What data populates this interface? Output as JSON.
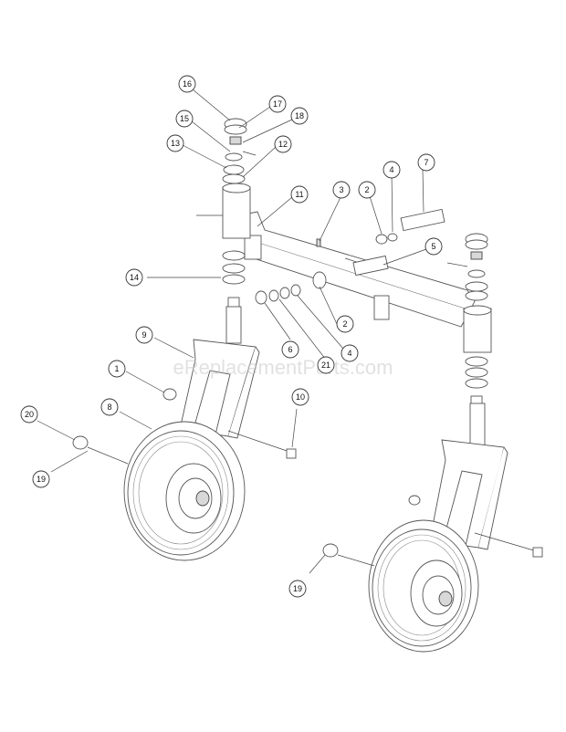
{
  "watermark": "eReplacementParts.com",
  "callouts": [
    {
      "id": "c16a",
      "label": "16"
    },
    {
      "id": "c17",
      "label": "17"
    },
    {
      "id": "c18",
      "label": "18"
    },
    {
      "id": "c15",
      "label": "15"
    },
    {
      "id": "c13",
      "label": "13"
    },
    {
      "id": "c12",
      "label": "12"
    },
    {
      "id": "c11",
      "label": "11"
    },
    {
      "id": "c3",
      "label": "3"
    },
    {
      "id": "c2a",
      "label": "2"
    },
    {
      "id": "c4a",
      "label": "4"
    },
    {
      "id": "c7",
      "label": "7"
    },
    {
      "id": "c5",
      "label": "5"
    },
    {
      "id": "c14",
      "label": "14"
    },
    {
      "id": "c2b",
      "label": "2"
    },
    {
      "id": "c6",
      "label": "6"
    },
    {
      "id": "c21",
      "label": "21"
    },
    {
      "id": "c4b",
      "label": "4"
    },
    {
      "id": "c9",
      "label": "9"
    },
    {
      "id": "c1",
      "label": "1"
    },
    {
      "id": "c10",
      "label": "10"
    },
    {
      "id": "c20",
      "label": "20"
    },
    {
      "id": "c8",
      "label": "8"
    },
    {
      "id": "c19a",
      "label": "19"
    },
    {
      "id": "c19b",
      "label": "19"
    }
  ]
}
